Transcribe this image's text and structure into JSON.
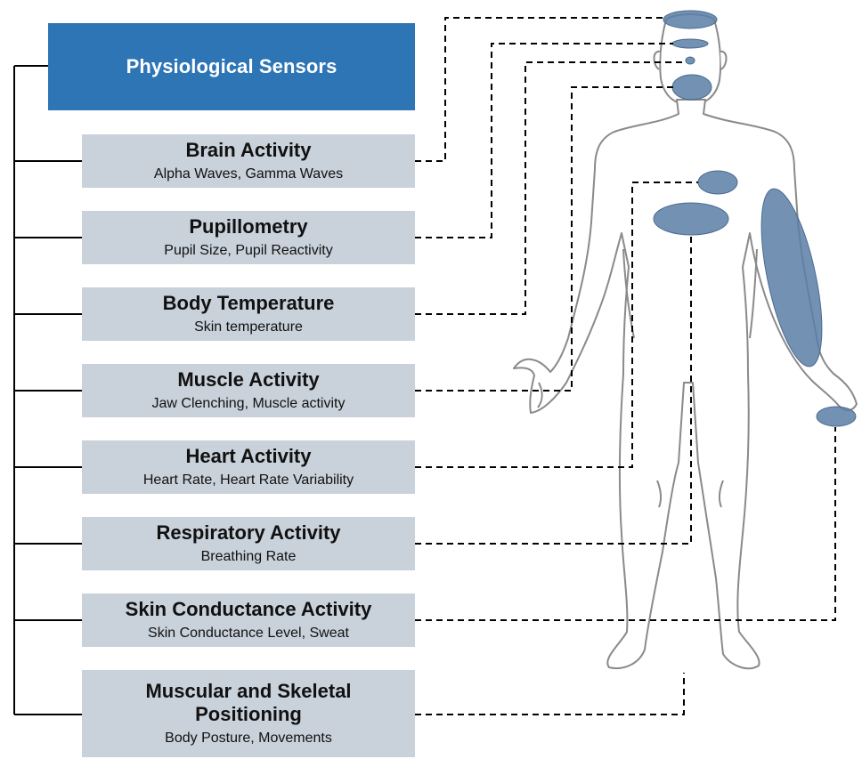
{
  "root": {
    "title": "Physiological Sensors"
  },
  "sensors": [
    {
      "title": "Brain Activity",
      "subtitle": "Alpha Waves, Gamma Waves"
    },
    {
      "title": "Pupillometry",
      "subtitle": "Pupil Size, Pupil Reactivity"
    },
    {
      "title": "Body Temperature",
      "subtitle": "Skin temperature"
    },
    {
      "title": "Muscle Activity",
      "subtitle": "Jaw Clenching, Muscle activity"
    },
    {
      "title": "Heart Activity",
      "subtitle": "Heart Rate, Heart Rate Variability"
    },
    {
      "title": "Respiratory Activity",
      "subtitle": "Breathing Rate"
    },
    {
      "title": "Skin Conductance Activity",
      "subtitle": "Skin Conductance Level, Sweat"
    },
    {
      "title": "Muscular and Skeletal Positioning",
      "subtitle": "Body Posture, Movements"
    }
  ],
  "colors": {
    "header": "#2e75b6",
    "sensor_box": "#c9d1da",
    "highlight": "#5b7fa6",
    "outline": "#8a8a8a"
  }
}
